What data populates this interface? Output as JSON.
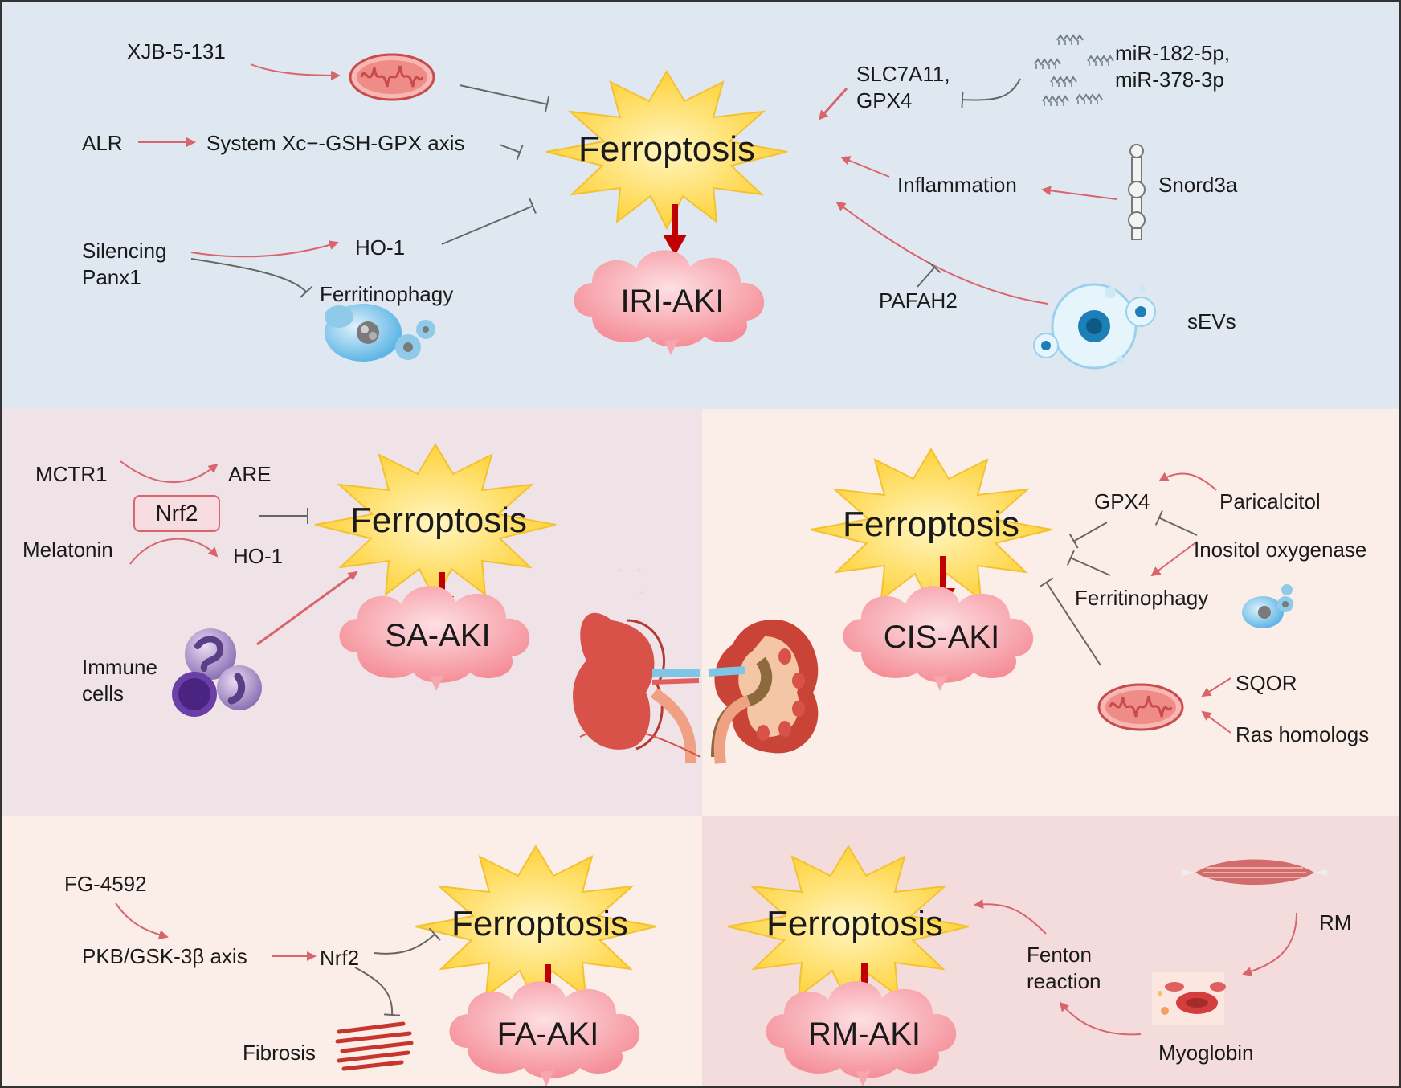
{
  "colors": {
    "top_bg": "#dfe7f0",
    "sa_bg": "#efe3e8",
    "cis_bg": "#fbeee9",
    "fa_bg": "#fbeee9",
    "rm_bg": "#f4dcdd",
    "arrow": "#d9656c",
    "inhibit": "#666666",
    "down_arrow": "#c00000",
    "burst": "#ffd94a",
    "cloud": "#f7a6ad"
  },
  "top": {
    "burst_label": "Ferroptosis",
    "outcome_label": "IRI-AKI",
    "xjb": "XJB-5-131",
    "alr": "ALR",
    "system_xc": "System Xc−-GSH-GPX axis",
    "silencing_panx1": "Silencing\nPanx1",
    "ho1": "HO-1",
    "ferritinophagy": "Ferritinophagy",
    "slc_gpx4": "SLC7A11,\nGPX4",
    "mirs": "miR-182-5p,\nmiR-378-3p",
    "inflammation": "Inflammation",
    "snord3a": "Snord3a",
    "pafah2": "PAFAH2",
    "sevs": "sEVs"
  },
  "sa": {
    "burst_label": "Ferroptosis",
    "outcome_label": "SA-AKI",
    "mctr1": "MCTR1",
    "are": "ARE",
    "nrf2": "Nrf2",
    "melatonin": "Melatonin",
    "ho1": "HO-1",
    "immune_cells": "Immune\ncells"
  },
  "cis": {
    "burst_label": "Ferroptosis",
    "outcome_label": "CIS-AKI",
    "gpx4": "GPX4",
    "paricalcitol": "Paricalcitol",
    "inositol": "Inositol oxygenase",
    "ferritinophagy": "Ferritinophagy",
    "sqor": "SQOR",
    "ras": "Ras homologs"
  },
  "fa": {
    "burst_label": "Ferroptosis",
    "outcome_label": "FA-AKI",
    "fg4592": "FG-4592",
    "pkb": "PKB/GSK-3β axis",
    "nrf2": "Nrf2",
    "fibrosis": "Fibrosis"
  },
  "rm": {
    "burst_label": "Ferroptosis",
    "outcome_label": "RM-AKI",
    "rm": "RM",
    "fenton": "Fenton\nreaction",
    "myoglobin": "Myoglobin"
  }
}
